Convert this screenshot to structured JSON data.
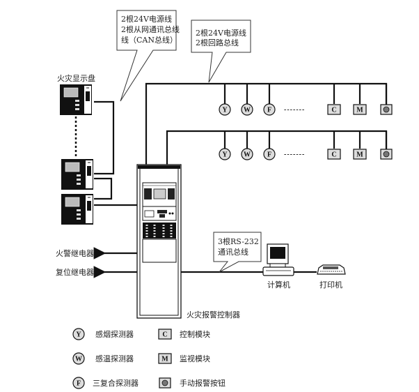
{
  "callouts": {
    "display_bus": [
      "2根24V电源线",
      "2根从网通讯总线",
      "线（CAN总线）"
    ],
    "loop_bus": [
      "2根24V电源线",
      "2根回路总线"
    ],
    "rs232": [
      "3根RS-232",
      "通讯总线"
    ]
  },
  "labels": {
    "fire_display_panel": "火灾显示盘",
    "fire_alarm_relay": "火警继电器",
    "reset_relay": "复位继电器",
    "controller": "火灾报警控制器",
    "computer": "计算机",
    "printer": "打印机"
  },
  "loop_devices": {
    "row1": [
      "Y",
      "W",
      "F",
      "C",
      "M",
      "O"
    ],
    "row2": [
      "Y",
      "W",
      "F",
      "C",
      "M",
      "O"
    ],
    "ellipsis": "-------"
  },
  "legend": [
    {
      "symbol": "Y",
      "shape": "circle",
      "label": "感烟探测器"
    },
    {
      "symbol": "W",
      "shape": "circle",
      "label": "感温探测器"
    },
    {
      "symbol": "F",
      "shape": "circle",
      "label": "三复合探测器"
    },
    {
      "symbol": "C",
      "shape": "square",
      "label": "控制模块"
    },
    {
      "symbol": "M",
      "shape": "square",
      "label": "监视模块"
    },
    {
      "symbol": "●",
      "shape": "square-dot",
      "label": "手动报警按钮"
    }
  ]
}
